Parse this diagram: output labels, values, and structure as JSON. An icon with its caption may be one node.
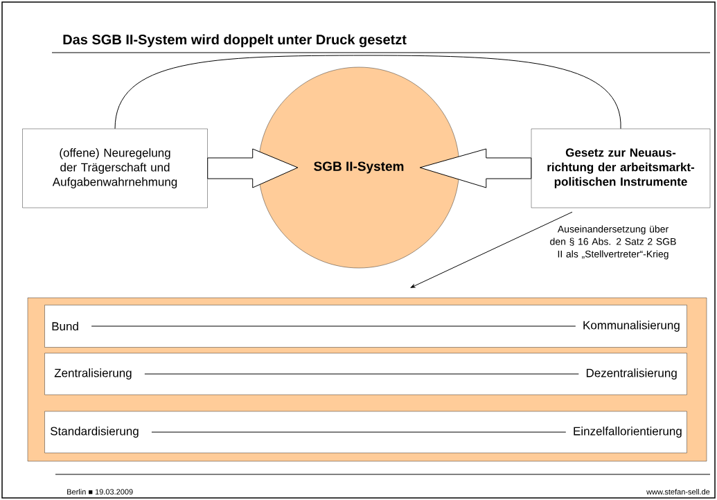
{
  "diagram": {
    "title": "Das SGB II-System wird doppelt unter Druck gesetzt",
    "nodes": [
      {
        "text": [
          "SGB II-System"
        ]
      },
      {
        "text": [
          "(offene) Neuregelung der Trägerschaft und Aufgabenwahrnehmung"
        ]
      },
      {
        "text": [
          "Gesetz zur Neuaus-richtung der arbeitsmarkt-politischen Instrumente"
        ]
      },
      {
        "text": [],
        "shape": "box"
      },
      {
        "text": [],
        "shape": "box",
        "in": 3
      },
      {
        "text": [
          "Bund"
        ],
        "in": 4
      },
      {
        "text": [
          "Kommunalisierung"
        ],
        "in": 4
      },
      {
        "text": [],
        "shape": "box",
        "in": 3
      },
      {
        "text": [
          "Zentralisierung"
        ],
        "in": 7
      },
      {
        "text": [
          "Dezentralisierung"
        ],
        "in": 7
      },
      {
        "text": [],
        "shape": "box",
        "in": 3
      },
      {
        "text": [
          "Standardisierung"
        ],
        "in": 10
      },
      {
        "text": [
          "Einzelfallorientierung"
        ],
        "in": 10
      }
    ],
    "edges": [
      {
        "from": 1,
        "to": 2,
        "arrow": "none"
      },
      {
        "from": 1,
        "to": 0,
        "arrow": "to"
      },
      {
        "from": 2,
        "to": 0,
        "arrow": "to"
      },
      {
        "from": 2,
        "to": 3,
        "arrow": "to",
        "label": "Auseinandersetzung über den § 16 Abs. 2 Satz 2 SGB II als „Stellvertreter“-Krieg"
      },
      {
        "from": 5,
        "to": 6,
        "arrow": "none"
      },
      {
        "from": 8,
        "to": 9,
        "arrow": "none"
      },
      {
        "from": 11,
        "to": 12,
        "arrow": "none"
      }
    ],
    "labels": [
      "Berlin ■ 19.03.2009",
      "www.stefan-sell.de"
    ]
  }
}
